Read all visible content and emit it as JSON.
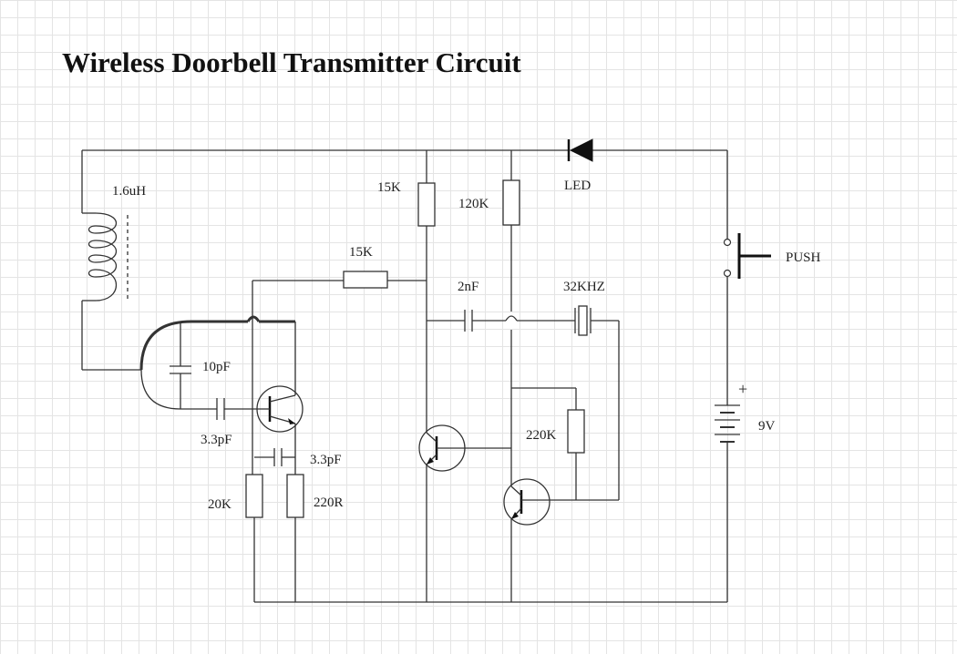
{
  "title": "Wireless Doorbell Transmitter Circuit",
  "labels": {
    "inductor": "1.6uH",
    "r15k_top": "15K",
    "r120k": "120K",
    "led": "LED",
    "push": "PUSH",
    "r15k_mid": "15K",
    "cap_2nf": "2nF",
    "crystal": "32KHZ",
    "cap_10pf": "10pF",
    "cap_3_3pf_left": "3.3pF",
    "cap_3_3pf_mid": "3.3pF",
    "r20k": "20K",
    "r220r": "220R",
    "r220k": "220K",
    "battery": "9V",
    "battery_plus": "+"
  }
}
